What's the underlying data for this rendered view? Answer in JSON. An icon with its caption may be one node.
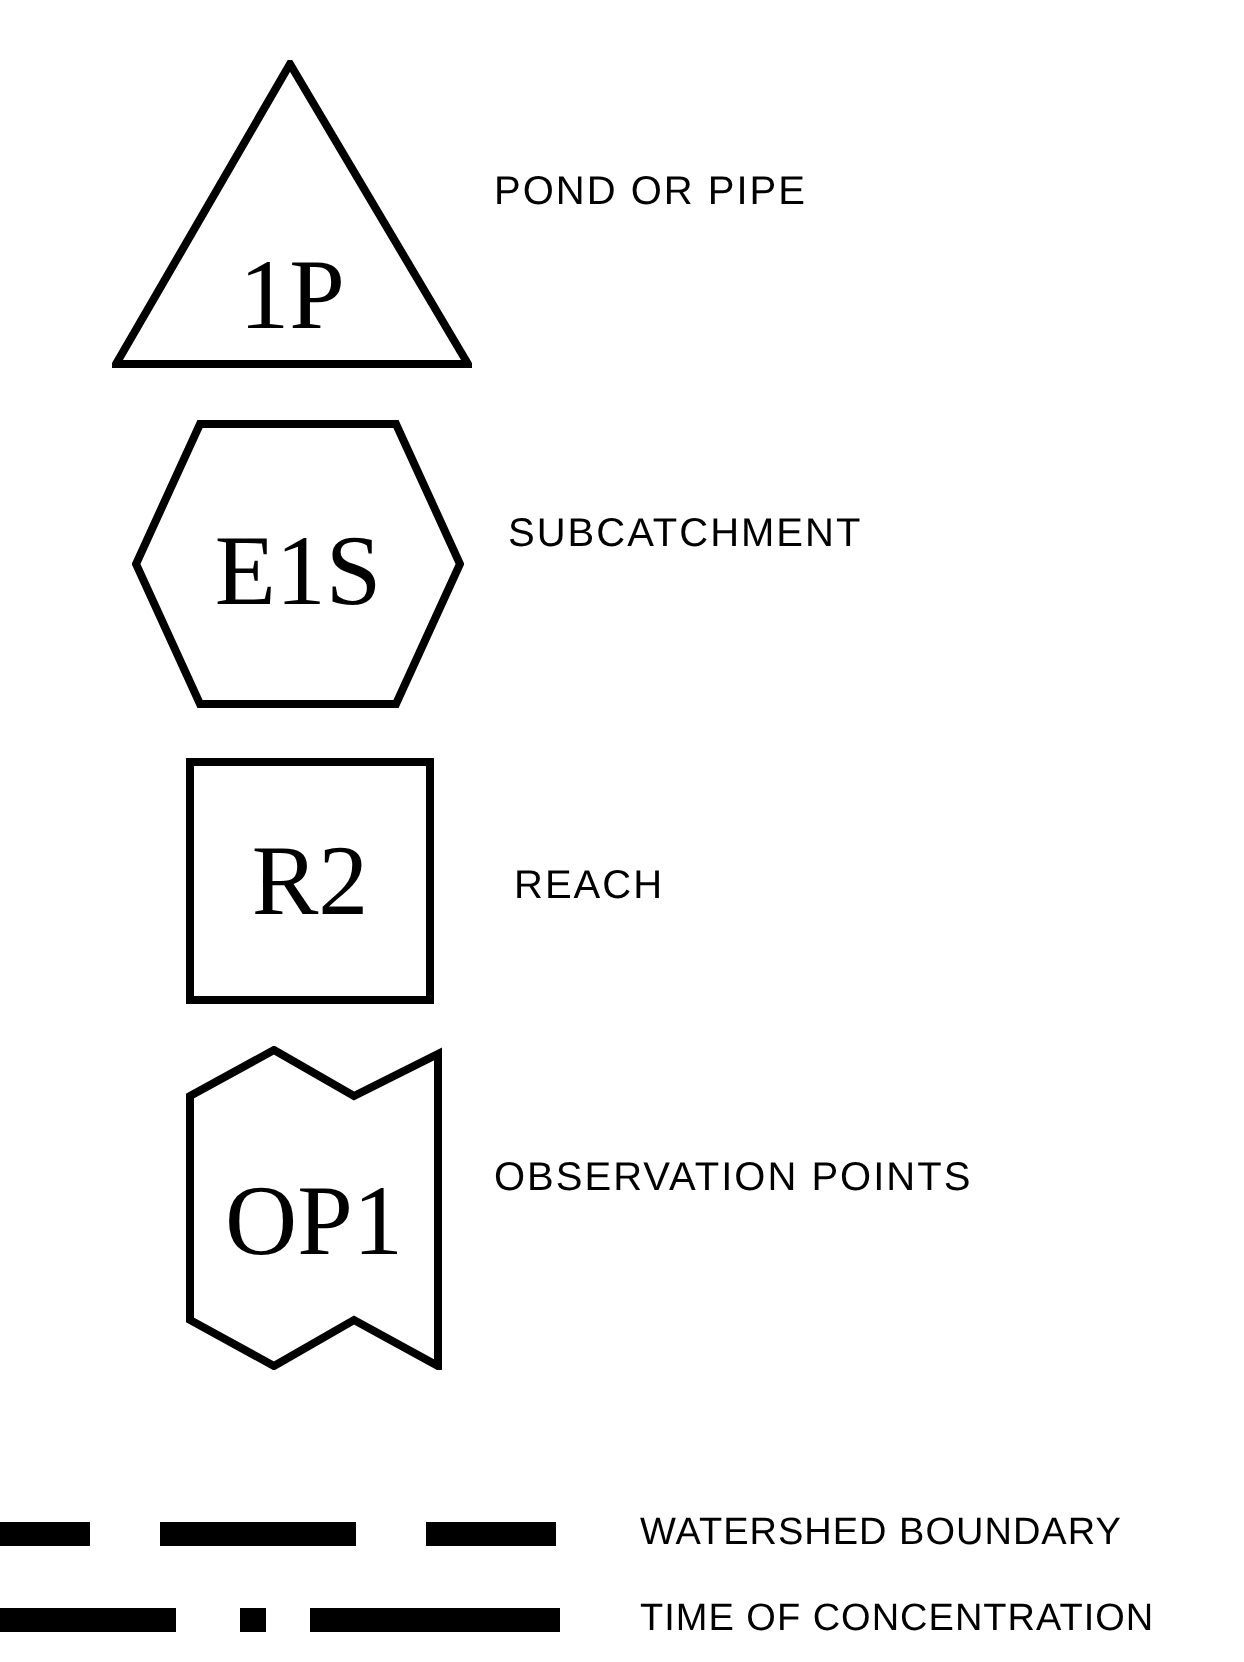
{
  "diagram": {
    "nodes": [
      {
        "text": [
          "1P"
        ],
        "beside": [
          "POND OR PIPE"
        ]
      },
      {
        "text": [
          "E1S"
        ],
        "beside": [
          "SUBCATCHMENT"
        ]
      },
      {
        "text": [
          "R2"
        ],
        "beside": [
          "REACH"
        ]
      },
      {
        "text": [
          "OP1"
        ],
        "beside": [
          "OBSERVATION POINTS"
        ]
      }
    ],
    "edges": [],
    "legend": [
      {
        "text": "WATERSHED BOUNDARY"
      },
      {
        "text": "TIME OF CONCENTRATION"
      }
    ]
  }
}
